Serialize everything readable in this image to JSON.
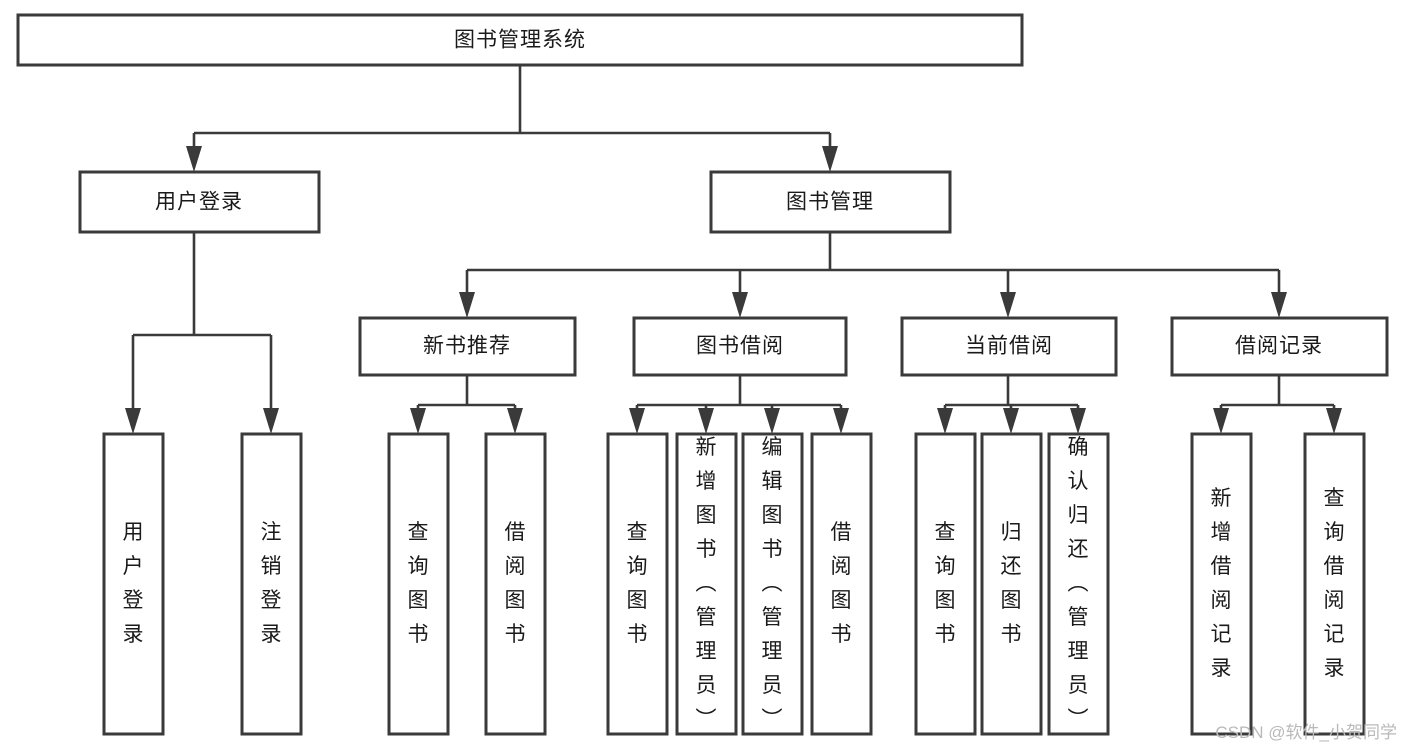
{
  "diagram": {
    "type": "hierarchy-tree",
    "title": "图书管理系统",
    "orientation": "top-down",
    "colors": {
      "box_stroke": "#3a3a3a",
      "box_fill": "#ffffff",
      "connector": "#3a3a3a",
      "text": "#1a1a1a",
      "watermark": "#b9b9b9",
      "background": "#ffffff"
    },
    "levels": {
      "level1": [
        "图书管理系统"
      ],
      "level2": [
        "用户登录",
        "图书管理"
      ],
      "level3": [
        "新书推荐",
        "图书借阅",
        "当前借阅",
        "借阅记录"
      ],
      "level4": [
        "用户登录",
        "注销登录",
        "查询图书",
        "借阅图书",
        "查询图书",
        "新增图书（管理员）",
        "编辑图书（管理员）",
        "借阅图书",
        "查询图书",
        "归还图书",
        "确认归还（管理员）",
        "新增借阅记录",
        "查询借阅记录"
      ]
    },
    "nodes": {
      "root": {
        "label": "图书管理系统"
      },
      "user_login": {
        "label": "用户登录"
      },
      "book_manage": {
        "label": "图书管理"
      },
      "new_book_rec": {
        "label": "新书推荐"
      },
      "book_borrow": {
        "label": "图书借阅"
      },
      "current_borrow": {
        "label": "当前借阅"
      },
      "borrow_record": {
        "label": "借阅记录"
      },
      "leaf_user_login": {
        "label": "用户登录"
      },
      "leaf_logout": {
        "label": "注销登录"
      },
      "leaf_query_book_1": {
        "label": "查询图书"
      },
      "leaf_borrow_book_1": {
        "label": "借阅图书"
      },
      "leaf_query_book_2": {
        "label": "查询图书"
      },
      "leaf_add_book": {
        "label": "新增图书（管理员）"
      },
      "leaf_edit_book": {
        "label": "编辑图书（管理员）"
      },
      "leaf_borrow_book_2": {
        "label": "借阅图书"
      },
      "leaf_query_book_3": {
        "label": "查询图书"
      },
      "leaf_return_book": {
        "label": "归还图书"
      },
      "leaf_confirm_return": {
        "label": "确认归还（管理员）"
      },
      "leaf_add_record": {
        "label": "新增借阅记录"
      },
      "leaf_query_record": {
        "label": "查询借阅记录"
      }
    },
    "edges": [
      {
        "from": "root",
        "to": "user_login"
      },
      {
        "from": "root",
        "to": "book_manage"
      },
      {
        "from": "user_login",
        "to": "leaf_user_login"
      },
      {
        "from": "user_login",
        "to": "leaf_logout"
      },
      {
        "from": "book_manage",
        "to": "new_book_rec"
      },
      {
        "from": "book_manage",
        "to": "book_borrow"
      },
      {
        "from": "book_manage",
        "to": "current_borrow"
      },
      {
        "from": "book_manage",
        "to": "borrow_record"
      },
      {
        "from": "new_book_rec",
        "to": "leaf_query_book_1"
      },
      {
        "from": "new_book_rec",
        "to": "leaf_borrow_book_1"
      },
      {
        "from": "book_borrow",
        "to": "leaf_query_book_2"
      },
      {
        "from": "book_borrow",
        "to": "leaf_add_book"
      },
      {
        "from": "book_borrow",
        "to": "leaf_edit_book"
      },
      {
        "from": "book_borrow",
        "to": "leaf_borrow_book_2"
      },
      {
        "from": "current_borrow",
        "to": "leaf_query_book_3"
      },
      {
        "from": "current_borrow",
        "to": "leaf_return_book"
      },
      {
        "from": "current_borrow",
        "to": "leaf_confirm_return"
      },
      {
        "from": "borrow_record",
        "to": "leaf_add_record"
      },
      {
        "from": "borrow_record",
        "to": "leaf_query_record"
      }
    ]
  },
  "watermark": {
    "text": "CSDN @软件_小贺同学"
  }
}
